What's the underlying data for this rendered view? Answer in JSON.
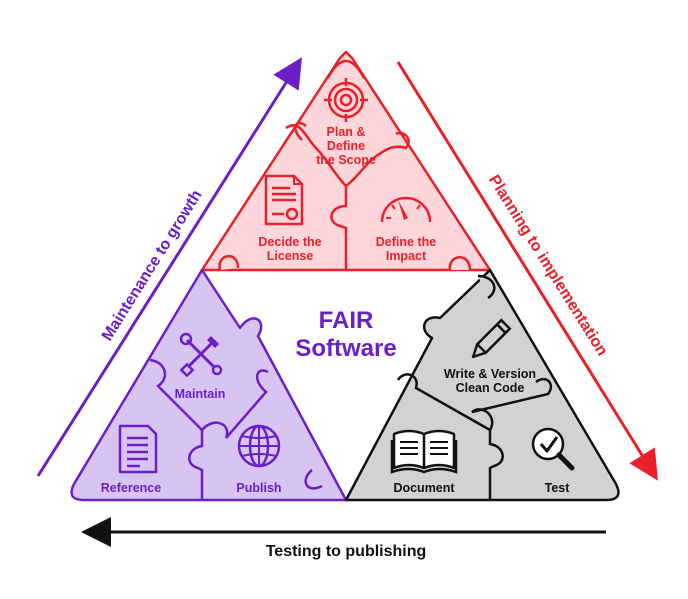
{
  "center_title": {
    "line1": "FAIR",
    "line2": "Software"
  },
  "top_section": {
    "plan": {
      "line1": "Plan &",
      "line2": "Define",
      "line3": "the Scope",
      "icon": "target-icon"
    },
    "license": {
      "line1": "Decide the",
      "line2": "License",
      "icon": "document-icon"
    },
    "impact": {
      "line1": "Define the",
      "line2": "Impact",
      "icon": "gauge-icon"
    }
  },
  "left_section": {
    "maintain": {
      "label": "Maintain",
      "icon": "tools-icon"
    },
    "reference": {
      "label": "Reference",
      "icon": "page-icon"
    },
    "publish": {
      "label": "Publish",
      "icon": "globe-icon"
    }
  },
  "right_section": {
    "write": {
      "line1": "Write & Version",
      "line2": "Clean Code",
      "icon": "pencil-icon"
    },
    "document": {
      "label": "Document",
      "icon": "book-icon"
    },
    "test": {
      "label": "Test",
      "icon": "magnifier-check-icon"
    }
  },
  "arrows": {
    "left": "Maintenance to growth",
    "right": "Planning to implementation",
    "bottom": "Testing to publishing"
  },
  "colors": {
    "red": "#e8202a",
    "red_fill": "#fcd6da",
    "purple": "#6a1fc8",
    "purple_fill": "#d8c4f1",
    "gray_fill": "#d2d2d2",
    "black": "#111111"
  }
}
